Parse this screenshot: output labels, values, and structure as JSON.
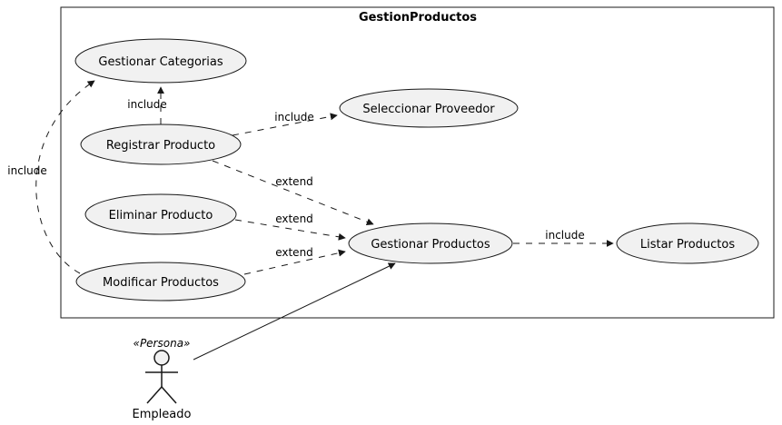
{
  "diagram": {
    "title": "GestionProductos",
    "use_cases": [
      {
        "label": "Gestionar Categorias"
      },
      {
        "label": "Seleccionar Proveedor"
      },
      {
        "label": "Registrar Producto"
      },
      {
        "label": "Eliminar Producto"
      },
      {
        "label": "Gestionar Productos"
      },
      {
        "label": "Modificar Productos"
      },
      {
        "label": "Listar Productos"
      }
    ],
    "edges": [
      {
        "from": "Registrar Producto",
        "to": "Gestionar Categorias",
        "label": "include",
        "style": "dashed"
      },
      {
        "from": "Registrar Producto",
        "to": "Seleccionar Proveedor",
        "label": "include",
        "style": "dashed"
      },
      {
        "from": "Registrar Producto",
        "to": "Gestionar Productos",
        "label": "extend",
        "style": "dashed"
      },
      {
        "from": "Eliminar Producto",
        "to": "Gestionar Productos",
        "label": "extend",
        "style": "dashed"
      },
      {
        "from": "Modificar Productos",
        "to": "Gestionar Productos",
        "label": "extend",
        "style": "dashed"
      },
      {
        "from": "Gestionar Productos",
        "to": "Listar Productos",
        "label": "include",
        "style": "dashed"
      },
      {
        "from": "Modificar Productos",
        "to": "Gestionar Categorias",
        "label": "include",
        "style": "dashed"
      },
      {
        "from": "Empleado",
        "to": "Gestionar Productos",
        "label": "",
        "style": "solid"
      }
    ],
    "actor": {
      "stereotype": "«Persona»",
      "label": "Empleado"
    },
    "colors": {
      "ellipse_fill": "#f1f1f1",
      "stroke": "#181818",
      "background": "#ffffff",
      "text": "#000000"
    }
  }
}
